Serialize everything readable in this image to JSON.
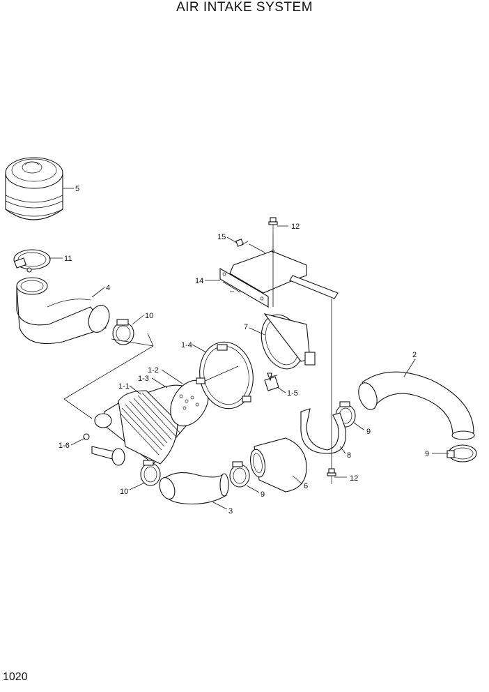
{
  "title": "AIR INTAKE SYSTEM",
  "page_number": "1020",
  "labels": {
    "p5": "5",
    "p11": "11",
    "p4": "4",
    "p10a": "10",
    "p10b": "10",
    "p12a": "12",
    "p12b": "12",
    "p15": "15",
    "p14": "14",
    "p7": "7",
    "p1_4": "1-4",
    "p1_2": "1-2",
    "p1_3": "1-3",
    "p1_1": "1-1",
    "p1_5": "1-5",
    "p1_6": "1-6",
    "p2": "2",
    "p9a": "9",
    "p9b": "9",
    "p9c": "9",
    "p8": "8",
    "p6": "6",
    "p3": "3"
  }
}
